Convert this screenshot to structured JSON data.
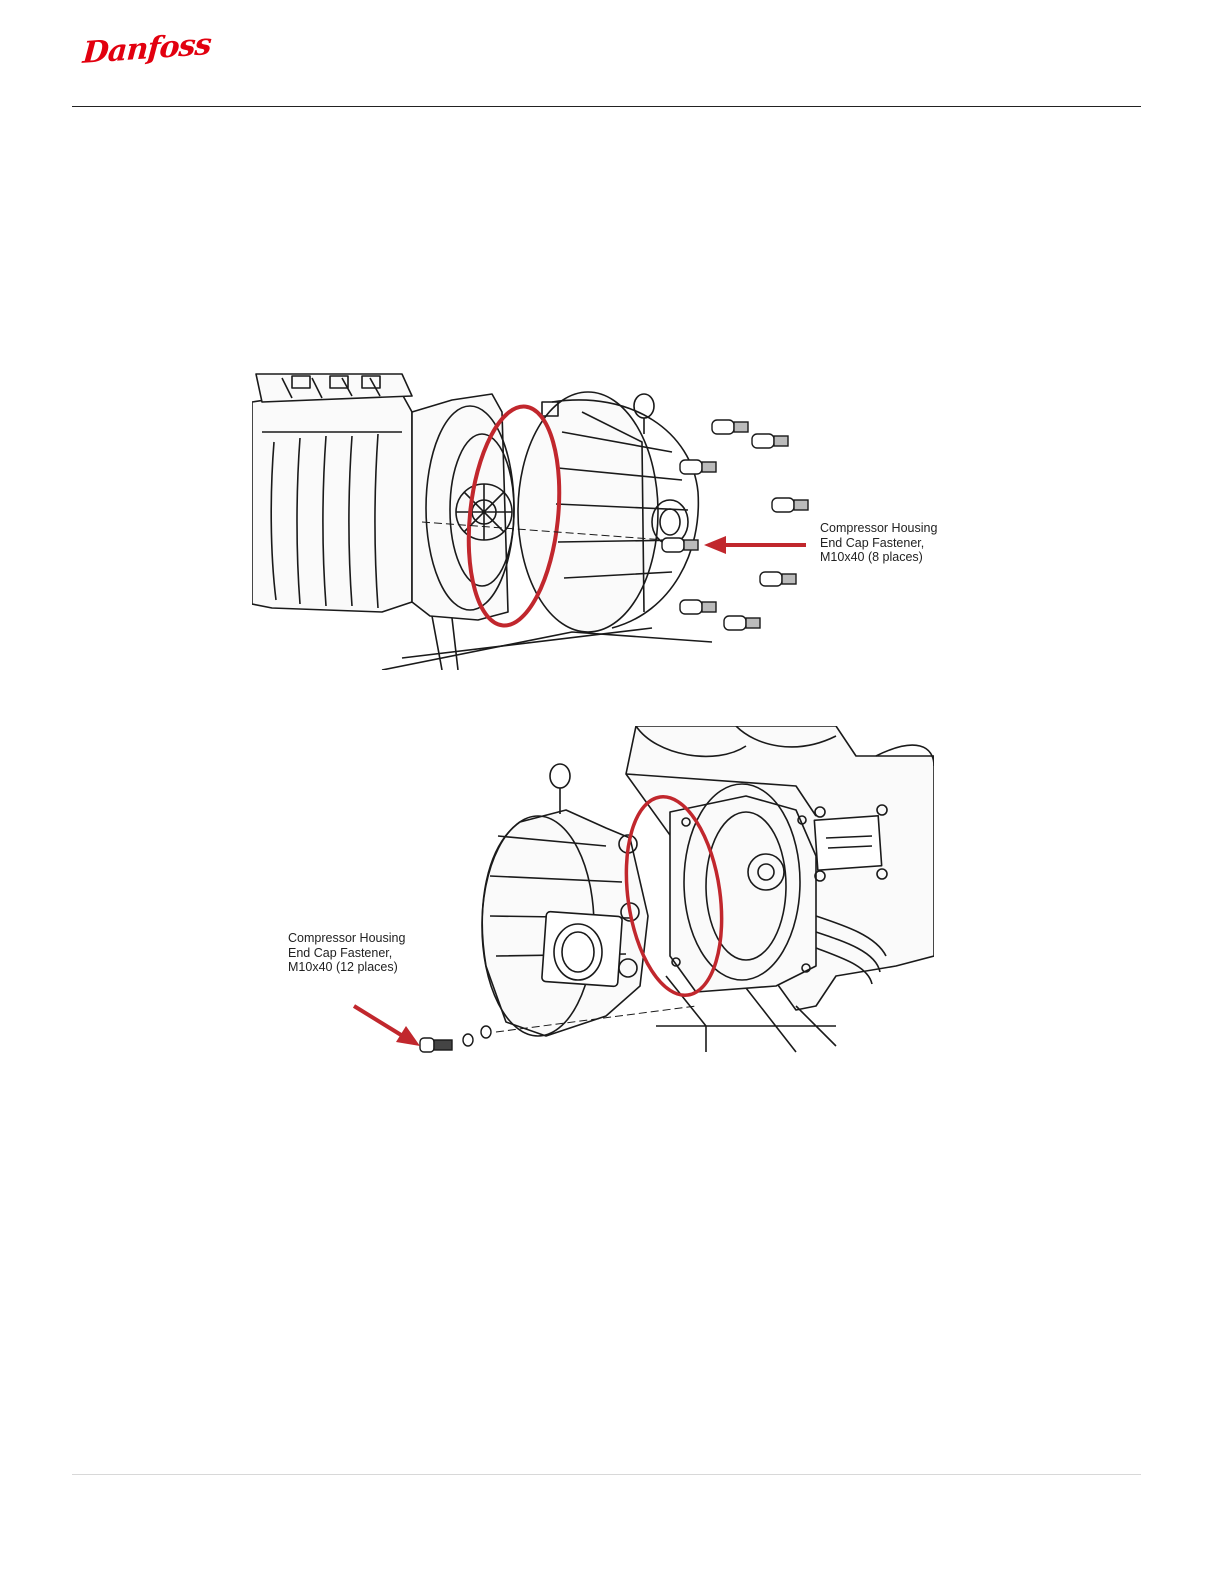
{
  "header": {
    "logo_text": "Danfoss",
    "brand_color": "#e2000f"
  },
  "figures": [
    {
      "callout": {
        "line1": "Compressor Housing",
        "line2": "End Cap Fastener,",
        "line3": "M10x40 (8 places)"
      },
      "accent_color": "#c1272d"
    },
    {
      "callout": {
        "line1": "Compressor Housing",
        "line2": "End Cap Fastener,",
        "line3": "M10x40 (12 places)"
      },
      "accent_color": "#c1272d"
    }
  ]
}
